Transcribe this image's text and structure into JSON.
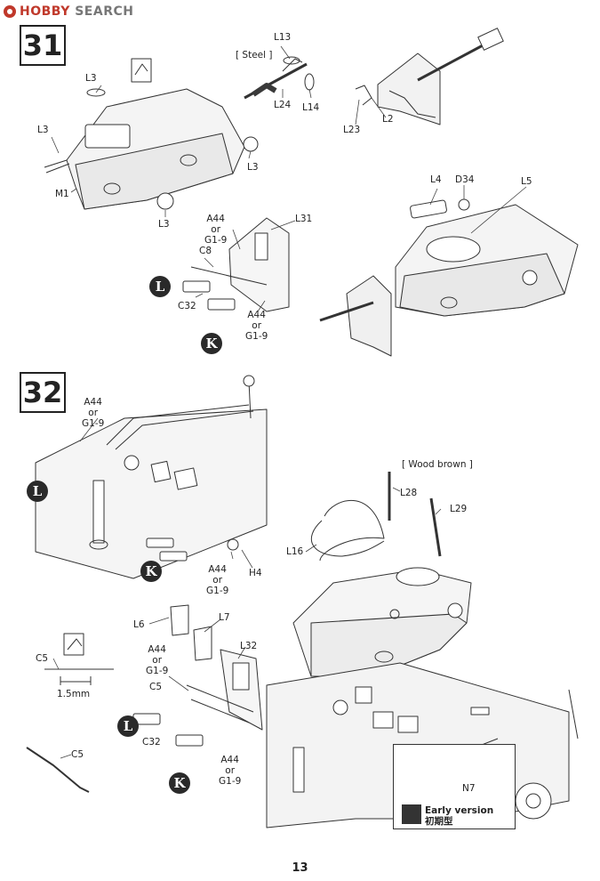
{
  "header": {
    "logo_word1": "HOBBY",
    "logo_word2": "SEARCH"
  },
  "page_number": "13",
  "colors": {
    "ink": "#222222",
    "logo_red": "#c0392b",
    "badge": "#2a2a2a"
  },
  "step31": {
    "number": "31",
    "labels": {
      "l3_a": "L3",
      "l3_b": "L3",
      "l3_c": "L3",
      "l3_d": "L3",
      "m1": "M1",
      "steel": "[ Steel ]",
      "l13": "L13",
      "l24": "L24",
      "l14": "L14",
      "l2": "L2",
      "l23": "L23",
      "l4": "L4",
      "d34": "D34",
      "l5": "L5",
      "a44_top": "A44\nor\nG1-9",
      "c8": "C8",
      "l31": "L31",
      "c32": "C32",
      "a44_bottom": "A44\nor\nG1-9"
    },
    "badges": {
      "l": "L",
      "k": "K"
    }
  },
  "step32": {
    "number": "32",
    "labels": {
      "a44_top": "A44\nor\nG1-9",
      "a44_mid": "A44\nor\nG1-9",
      "h4": "H4",
      "wood": "[ Wood brown ]",
      "l28": "L28",
      "l29": "L29",
      "l16": "L16",
      "l6": "L6",
      "l7": "L7",
      "l32": "L32",
      "a44_left": "A44\nor\nG1-9",
      "c5_a": "C5",
      "c5_b": "C5",
      "c5_c": "C5",
      "size": "1.5mm",
      "c32": "C32",
      "a44_bottom": "A44\nor\nG1-9",
      "n7": "N7"
    },
    "badges": {
      "l1": "L",
      "k1": "K",
      "l2": "L",
      "k2": "K"
    },
    "early_version": {
      "en": "Early version",
      "jp": "初期型"
    }
  }
}
